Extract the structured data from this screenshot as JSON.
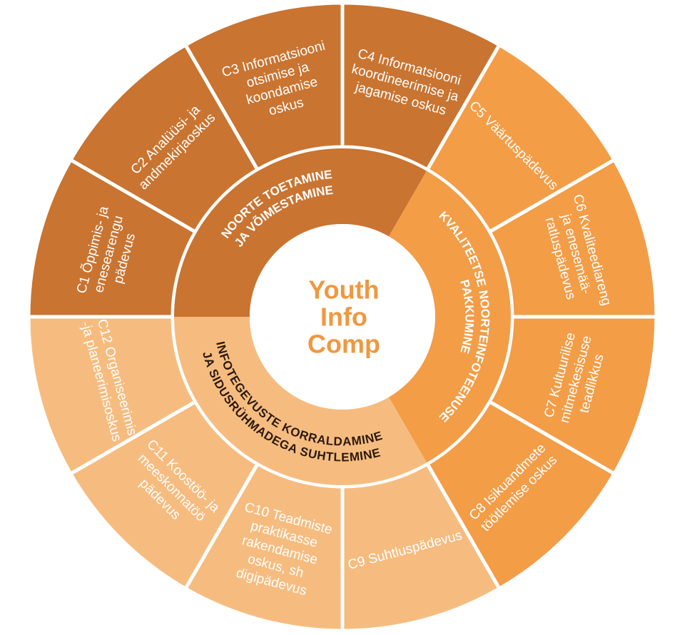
{
  "center": {
    "lines": [
      "Youth",
      "Info",
      "Comp"
    ],
    "color": "#EF9840"
  },
  "colors": {
    "dark": "#C97431",
    "medium": "#F39D47",
    "light": "#F6BC7F",
    "divider": "#FFFFFF",
    "dark_text": "#2B1A10"
  },
  "groups": [
    {
      "key": "noorte",
      "lines": [
        "NOORTE TOETAMINE",
        "JA VÕIMESTAMINE"
      ],
      "shade": "dark"
    },
    {
      "key": "kvaliteetse",
      "lines": [
        "KVALITEETSE NOORTEINFOTEENUSE",
        "PAKKUMINE"
      ],
      "shade": "medium"
    },
    {
      "key": "infotegevuste",
      "lines": [
        "INFOTEGEVUSTE KORRALDAMINE",
        "JA SIDUSRÜHMADEGA SUHTLEMINE"
      ],
      "shade": "light"
    }
  ],
  "segments": [
    {
      "code": "C1",
      "lines": [
        "C1 Õppimis- ja",
        "enesearengu",
        "pädevus"
      ],
      "shade": "dark"
    },
    {
      "code": "C2",
      "lines": [
        "C2 Analüüsi- ja",
        "andmekirjaoskus"
      ],
      "shade": "dark"
    },
    {
      "code": "C3",
      "lines": [
        "C3 Informatsiooni",
        "otsimise ja",
        "koondamise",
        "oskus"
      ],
      "shade": "dark"
    },
    {
      "code": "C4",
      "lines": [
        "C4 Informatsiooni",
        "koordineerimise ja",
        "jagamise oskus"
      ],
      "shade": "dark"
    },
    {
      "code": "C5",
      "lines": [
        "C5 Väärtuspädevus"
      ],
      "shade": "medium"
    },
    {
      "code": "C6",
      "lines": [
        "C6 Kvaliteediareng",
        "ja enesemää-",
        "ratluspädevus"
      ],
      "shade": "medium"
    },
    {
      "code": "C7",
      "lines": [
        "C7 Kultuurilise",
        "mitmekesisuse",
        "teadlikkus"
      ],
      "shade": "medium"
    },
    {
      "code": "C8",
      "lines": [
        "C8 Isikuandmete",
        "töötlemise oskus"
      ],
      "shade": "medium"
    },
    {
      "code": "C9",
      "lines": [
        "C9 Suhtluspädevus"
      ],
      "shade": "light"
    },
    {
      "code": "C10",
      "lines": [
        "C10 Teadmiste",
        "praktikasse",
        "rakendamise",
        "oskus, sh",
        "digipädevus"
      ],
      "shade": "light"
    },
    {
      "code": "C11",
      "lines": [
        "C11 Koostöö- ja",
        "meeskonnatöö",
        "pädevus"
      ],
      "shade": "light"
    },
    {
      "code": "C12",
      "lines": [
        "C12 Organiseerimis",
        "-ja planeerimisoskus"
      ],
      "shade": "light"
    }
  ]
}
